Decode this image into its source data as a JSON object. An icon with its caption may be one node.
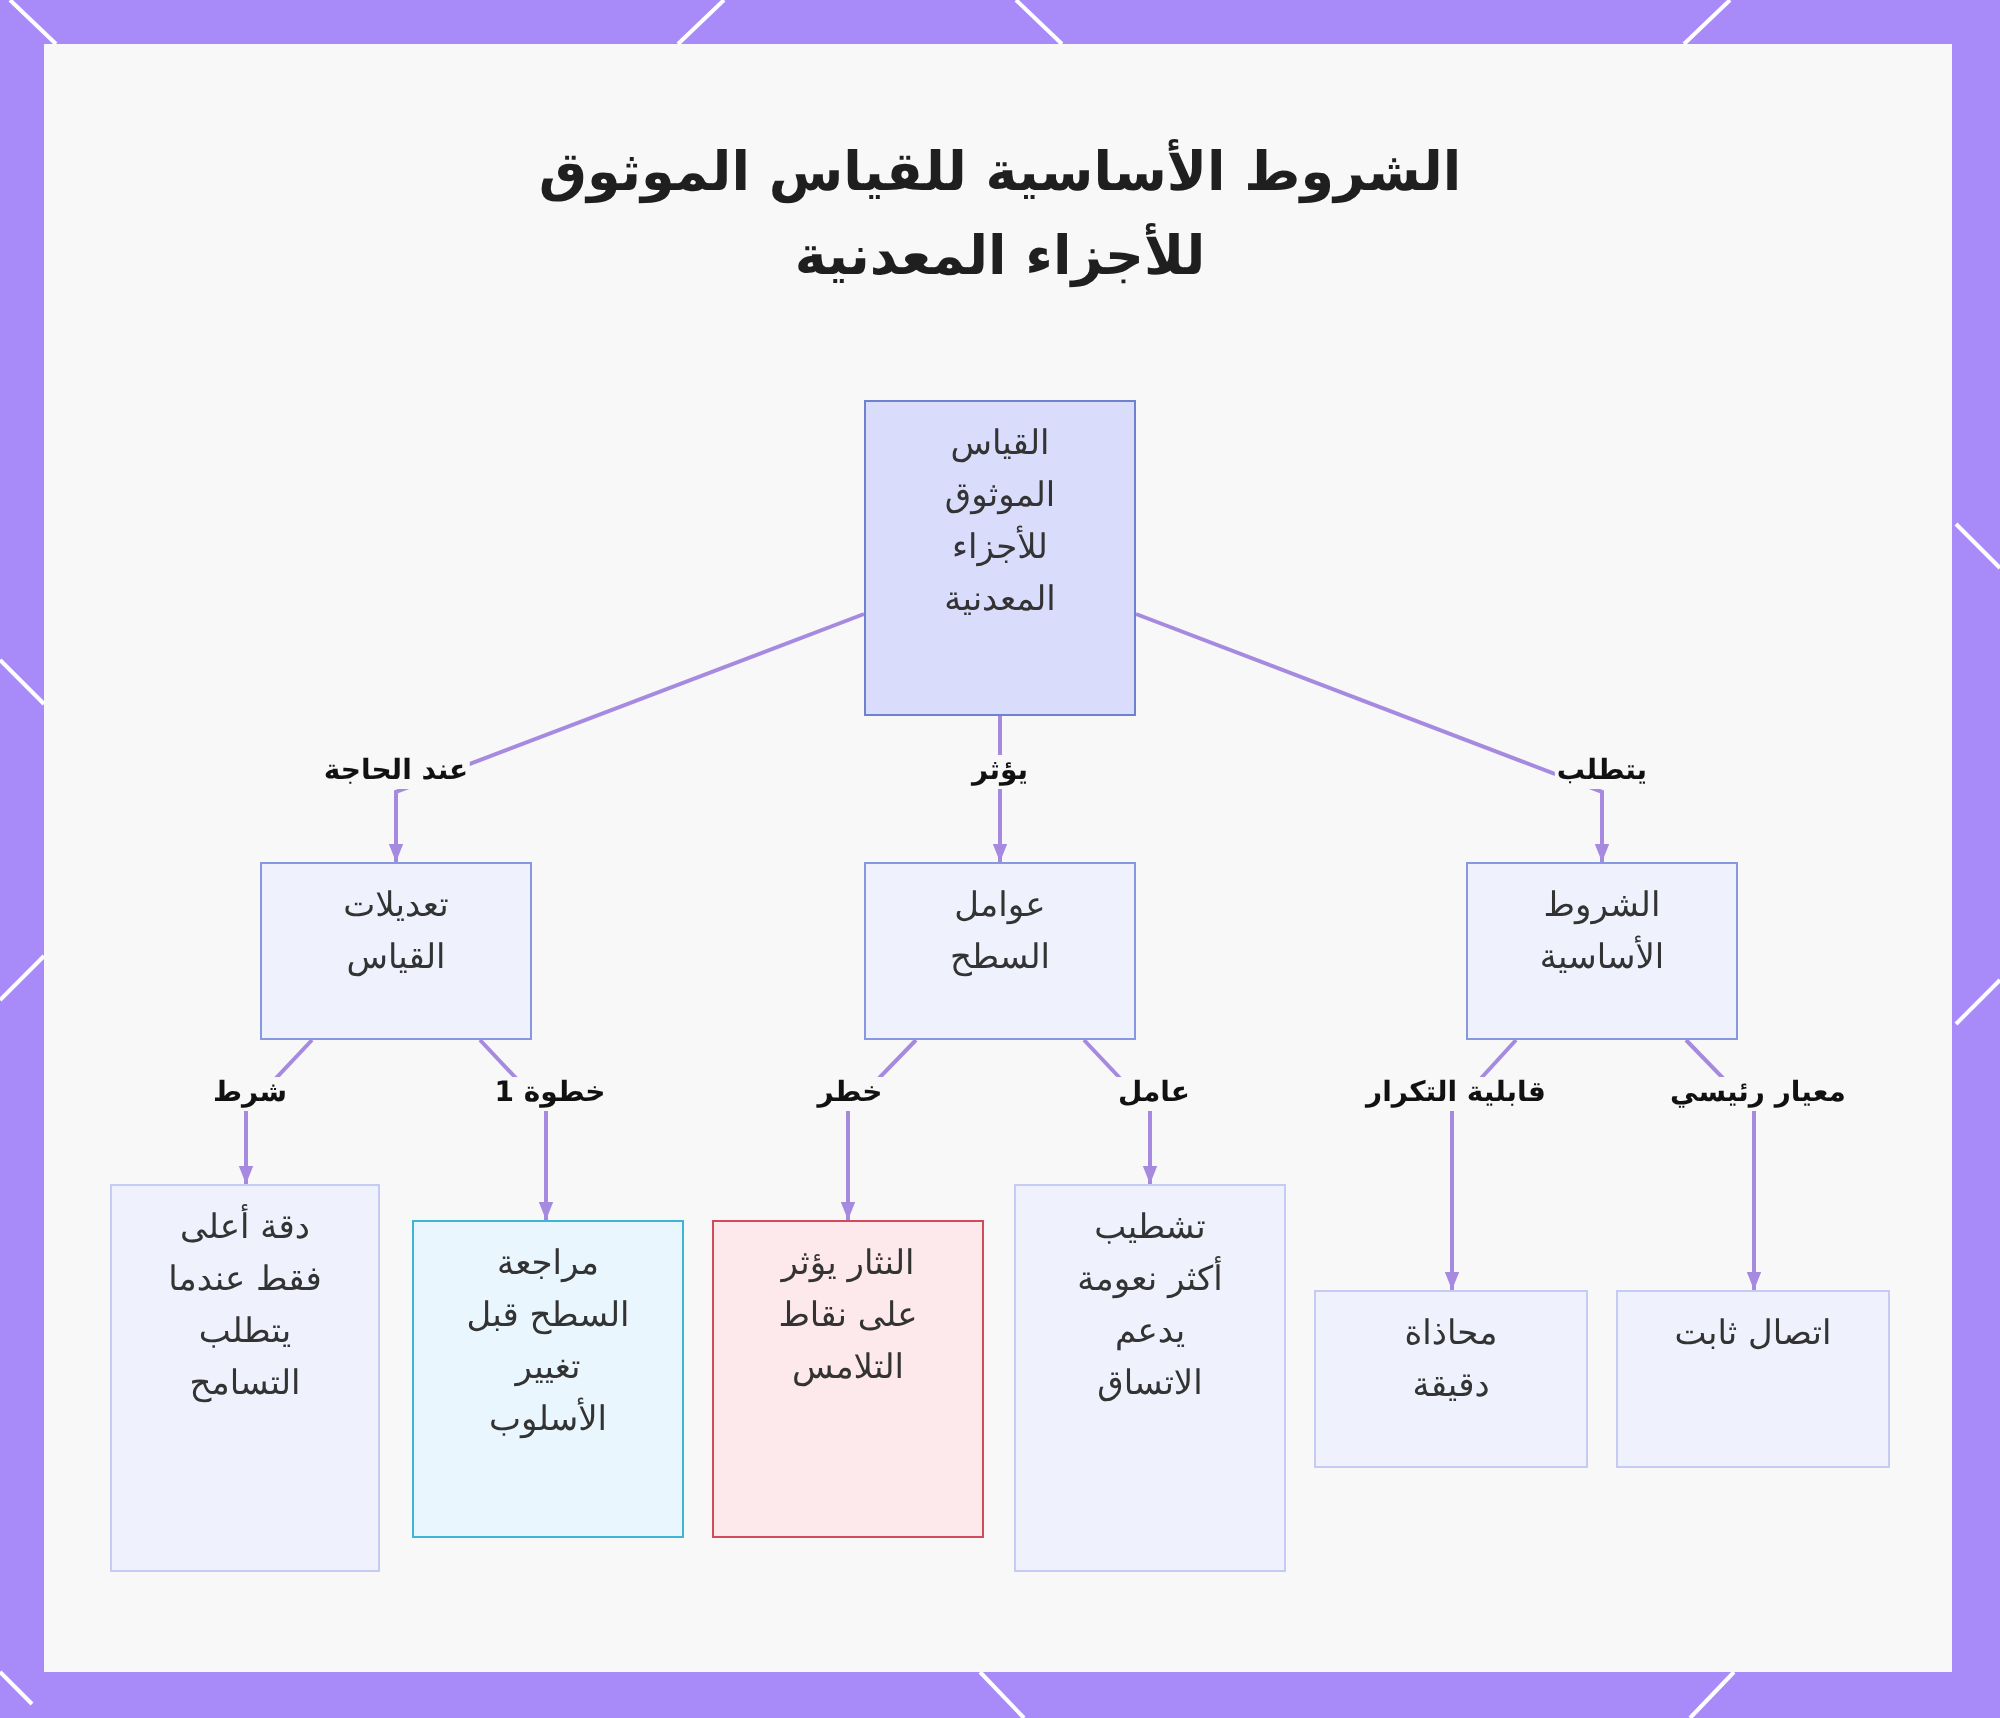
{
  "diagram": {
    "title": "الشروط الأساسية للقياس الموثوق للأجزاء المعدنية",
    "nodes": [
      {
        "text": [
          "القياس الموثوق للأجزاء المعدنية"
        ]
      },
      {
        "text": [
          "الشروط الأساسية"
        ]
      },
      {
        "text": [
          "عوامل السطح"
        ]
      },
      {
        "text": [
          "تعديلات القياس"
        ]
      },
      {
        "text": [
          "اتصال ثابت"
        ]
      },
      {
        "text": [
          "محاذاة دقيقة"
        ]
      },
      {
        "text": [
          "تشطيب أكثر نعومة يدعم الاتساق"
        ]
      },
      {
        "text": [
          "النثار يؤثر على نقاط التلامس"
        ]
      },
      {
        "text": [
          "مراجعة السطح قبل تغيير الأسلوب"
        ]
      },
      {
        "text": [
          "دقة أعلى فقط عندما يتطلب التسامح"
        ]
      }
    ],
    "edges": [
      {
        "from": 0,
        "to": 1,
        "arrow": "to",
        "label": "يتطلب"
      },
      {
        "from": 0,
        "to": 2,
        "arrow": "to",
        "label": "يؤثر"
      },
      {
        "from": 0,
        "to": 3,
        "arrow": "to",
        "label": "عند الحاجة"
      },
      {
        "from": 1,
        "to": 4,
        "arrow": "to",
        "label": "معيار رئيسي"
      },
      {
        "from": 1,
        "to": 5,
        "arrow": "to",
        "label": "قابلية التكرار"
      },
      {
        "from": 2,
        "to": 6,
        "arrow": "to",
        "label": "عامل"
      },
      {
        "from": 2,
        "to": 7,
        "arrow": "to",
        "label": "خطر"
      },
      {
        "from": 3,
        "to": 8,
        "arrow": "to",
        "label": "خطوة 1"
      },
      {
        "from": 3,
        "to": 9,
        "arrow": "to",
        "label": "شرط"
      }
    ]
  }
}
